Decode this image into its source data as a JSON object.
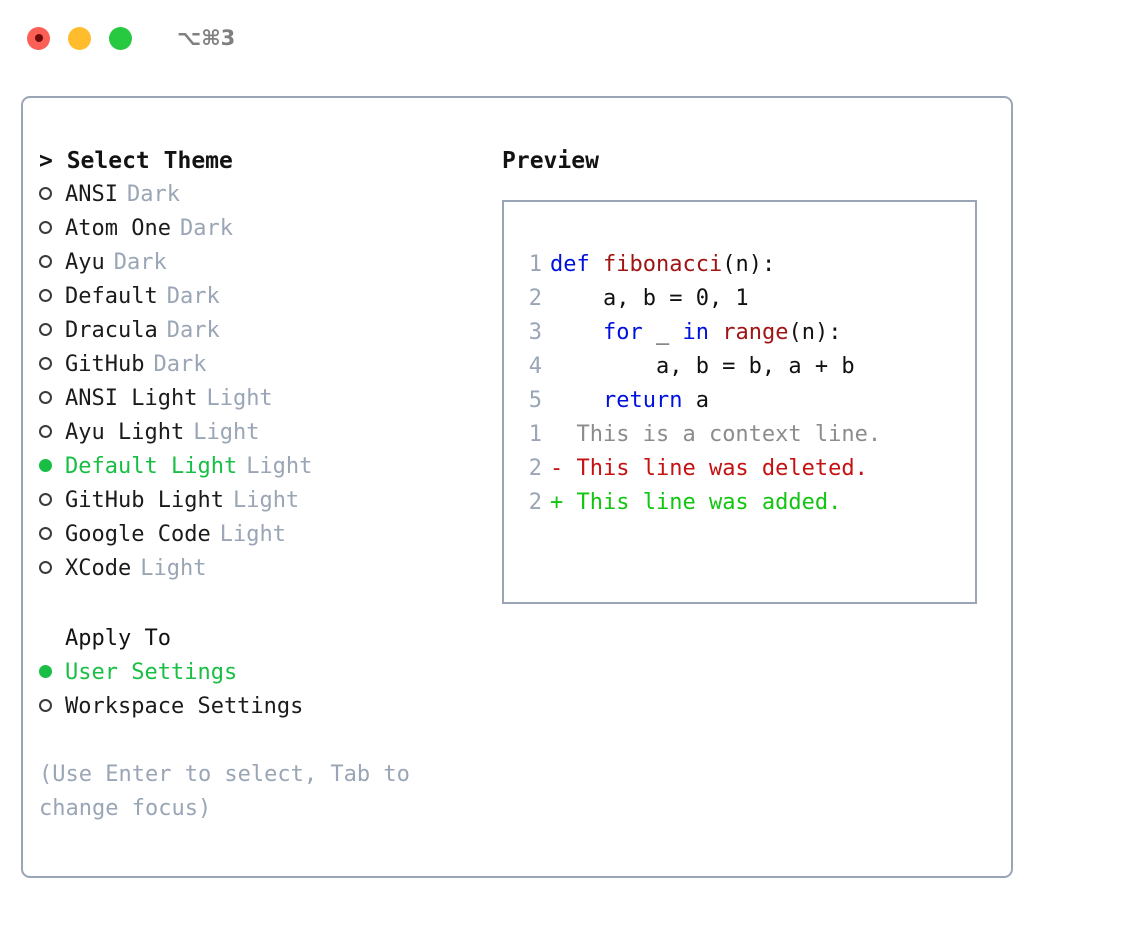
{
  "titlebar": {
    "shortcut": "⌥⌘3",
    "lights": [
      {
        "name": "close",
        "color": "#fb5f56"
      },
      {
        "name": "minimize",
        "color": "#ffbd2e"
      },
      {
        "name": "zoom",
        "color": "#26c940"
      }
    ]
  },
  "colors": {
    "accent_green": "#19bf45",
    "muted_gray": "#9aa5b5",
    "keyword_blue": "#0011dd",
    "function_red": "#a01414",
    "diff_add": "#12c512",
    "diff_del": "#c51111",
    "diff_ctx": "#8c8c8c",
    "border": "#9aa5b5",
    "text": "#1b1b1b"
  },
  "theme_panel": {
    "heading": "> Select Theme",
    "items": [
      {
        "marker": "○",
        "label": "ANSI",
        "variant": "Dark",
        "selected": false
      },
      {
        "marker": "○",
        "label": "Atom One",
        "variant": "Dark",
        "selected": false
      },
      {
        "marker": "○",
        "label": "Ayu",
        "variant": "Dark",
        "selected": false
      },
      {
        "marker": "○",
        "label": "Default",
        "variant": "Dark",
        "selected": false
      },
      {
        "marker": "○",
        "label": "Dracula",
        "variant": "Dark",
        "selected": false
      },
      {
        "marker": "○",
        "label": "GitHub",
        "variant": "Dark",
        "selected": false
      },
      {
        "marker": "○",
        "label": "ANSI Light",
        "variant": "Light",
        "selected": false
      },
      {
        "marker": "○",
        "label": "Ayu Light",
        "variant": "Light",
        "selected": false
      },
      {
        "marker": "●",
        "label": "Default Light",
        "variant": "Light",
        "selected": true
      },
      {
        "marker": "○",
        "label": "GitHub Light",
        "variant": "Light",
        "selected": false
      },
      {
        "marker": "○",
        "label": "Google Code",
        "variant": "Light",
        "selected": false
      },
      {
        "marker": "○",
        "label": "XCode",
        "variant": "Light",
        "selected": false
      }
    ]
  },
  "apply_to": {
    "heading": "Apply To",
    "options": [
      {
        "marker": "●",
        "label": "User Settings",
        "selected": true
      },
      {
        "marker": "○",
        "label": "Workspace Settings",
        "selected": false
      }
    ]
  },
  "hint": "(Use Enter to select, Tab to change focus)",
  "preview": {
    "title": "Preview",
    "code_lines": [
      {
        "number": "1",
        "tokens": [
          {
            "text": "def ",
            "type": "kw"
          },
          {
            "text": "fibonacci",
            "type": "fn"
          },
          {
            "text": "(n):",
            "type": "plain"
          }
        ]
      },
      {
        "number": "2",
        "tokens": [
          {
            "text": "    a, b = 0, 1",
            "type": "plain"
          }
        ]
      },
      {
        "number": "3",
        "tokens": [
          {
            "text": "    ",
            "type": "plain"
          },
          {
            "text": "for",
            "type": "kw"
          },
          {
            "text": " _ ",
            "type": "plain"
          },
          {
            "text": "in",
            "type": "kw"
          },
          {
            "text": " ",
            "type": "plain"
          },
          {
            "text": "range",
            "type": "fn"
          },
          {
            "text": "(n):",
            "type": "plain"
          }
        ]
      },
      {
        "number": "4",
        "tokens": [
          {
            "text": "        a, b = b, a + b",
            "type": "plain"
          }
        ]
      },
      {
        "number": "5",
        "tokens": [
          {
            "text": "    ",
            "type": "plain"
          },
          {
            "text": "return",
            "type": "kw"
          },
          {
            "text": " a",
            "type": "plain"
          }
        ]
      }
    ],
    "diff_lines": [
      {
        "number": "1",
        "sign": " ",
        "text": " This is a context line.",
        "type": "ctx"
      },
      {
        "number": "2",
        "sign": "-",
        "text": " This line was deleted.",
        "type": "del"
      },
      {
        "number": "2",
        "sign": "+",
        "text": " This line was added.",
        "type": "add"
      }
    ]
  }
}
